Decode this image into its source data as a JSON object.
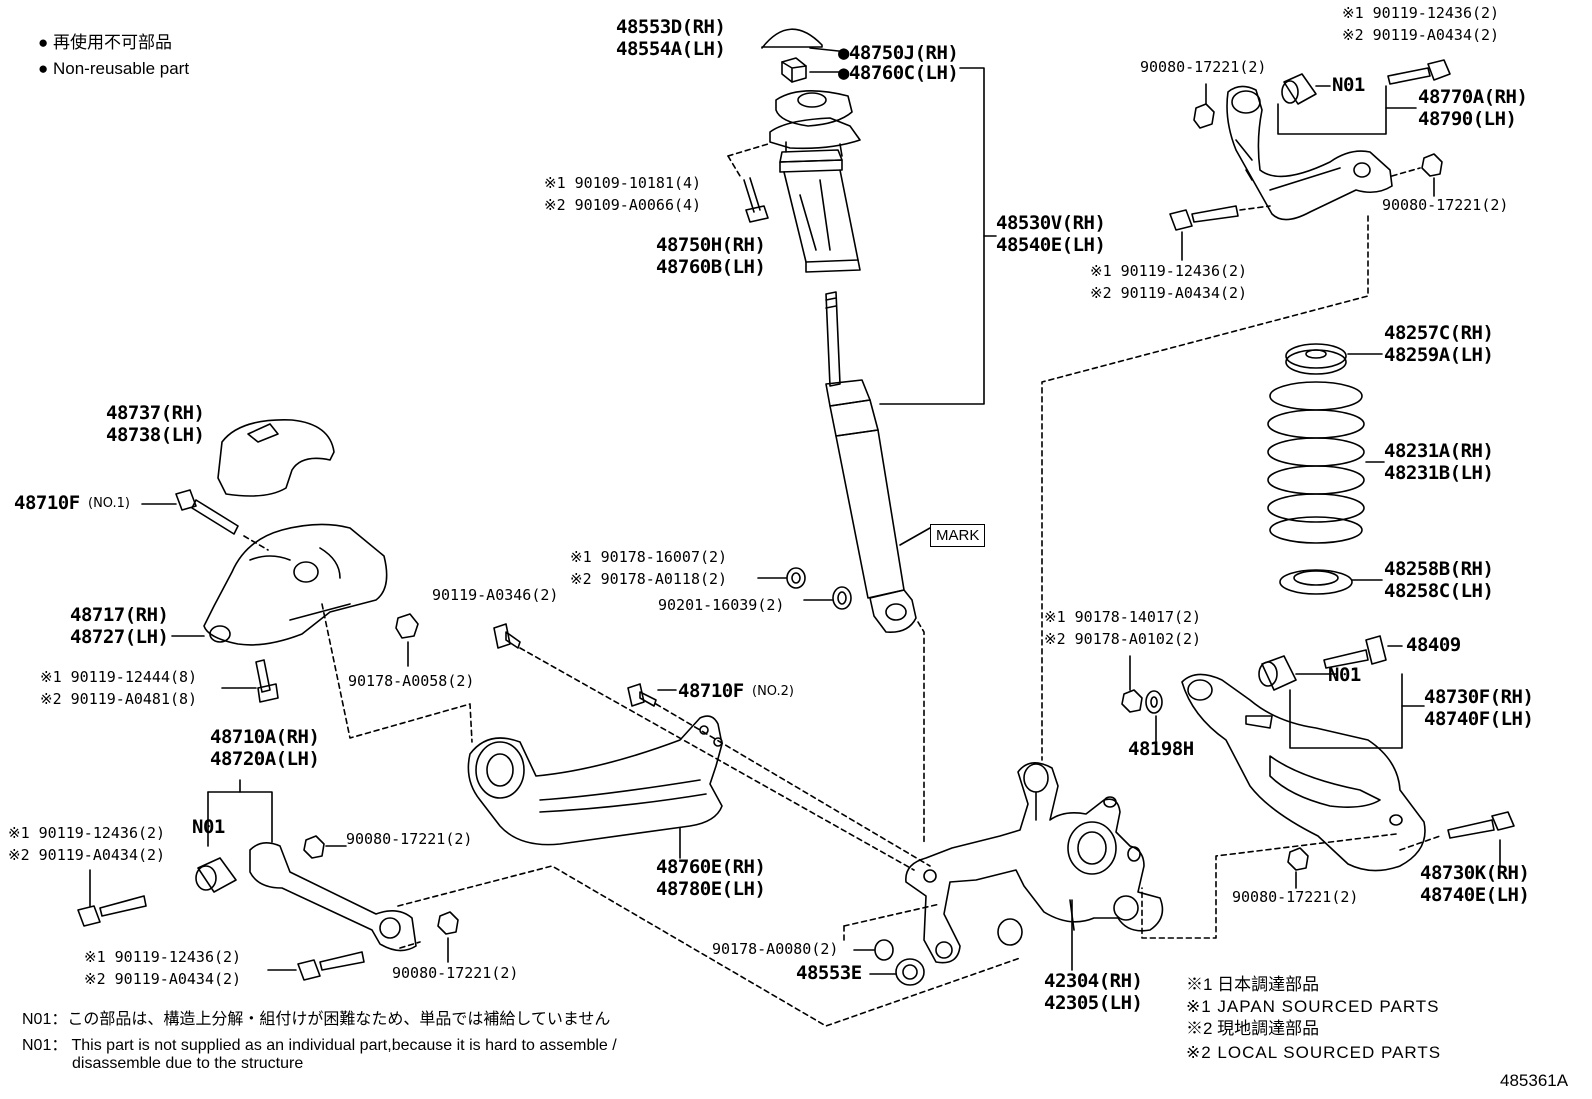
{
  "legend": {
    "dot_ja": "● 再使用不可部品",
    "dot_en": "● Non-reusable part"
  },
  "labels": {
    "p48553D": "48553D(RH)",
    "p48554A": "48554A(LH)",
    "p48750J": "●48750J(RH)",
    "p48760C": "●48760C(LH)",
    "s1_90109": "※1 90109-10181(4)",
    "s2_90109": "※2 90109-A0066(4)",
    "p48750H": "48750H(RH)",
    "p48760B": "48760B(LH)",
    "p48530V": "48530V(RH)",
    "p48540E": "48540E(LH)",
    "s1_top_90119": "※1 90119-12436(2)",
    "s2_top_90119": "※2 90119-A0434(2)",
    "p90080_tl": "90080-17221(2)",
    "n01_top": "N01",
    "p48770A": "48770A(RH)",
    "p48790": "48790(LH)",
    "p90080_tr": "90080-17221(2)",
    "s1_mid_90119": "※1 90119-12436(2)",
    "s2_mid_90119": "※2 90119-A0434(2)",
    "p48257C": "48257C(RH)",
    "p48259A": "48259A(LH)",
    "p48231A": "48231A(RH)",
    "p48231B": "48231B(LH)",
    "p48258B": "48258B(RH)",
    "p48258C": "48258C(LH)",
    "p48737": "48737(RH)",
    "p48738": "48738(LH)",
    "p48710F1": "48710F",
    "p48710F1_sub": "(NO.1)",
    "p48717": "48717(RH)",
    "p48727": "48727(LH)",
    "s1_90119_12444": "※1 90119-12444(8)",
    "s2_90119_A0481": "※2 90119-A0481(8)",
    "p90178_A0058": "90178-A0058(2)",
    "s1_90178_16007": "※1 90178-16007(2)",
    "s2_90178_A0118": "※2 90178-A0118(2)",
    "p90201": "90201-16039(2)",
    "mark": "MARK",
    "p90119_A0346": "90119-A0346(2)",
    "p48710F2": "48710F",
    "p48710F2_sub": "(NO.2)",
    "p48710A": "48710A(RH)",
    "p48720A": "48720A(LH)",
    "n01_left": "N01",
    "s1_left_90119": "※1 90119-12436(2)",
    "s2_left_90119": "※2 90119-A0434(2)",
    "p90080_mid": "90080-17221(2)",
    "p48760E": "48760E(RH)",
    "p48780E": "48780E(LH)",
    "s1_90178_14017": "※1 90178-14017(2)",
    "s2_90178_A0102": "※2 90178-A0102(2)",
    "p48198H": "48198H",
    "p48409": "48409",
    "n01_right": "N01",
    "p48730F": "48730F(RH)",
    "p48740F": "48740F(LH)",
    "p48730K": "48730K(RH)",
    "p48740E": "48740E(LH)",
    "p90080_br": "90080-17221(2)",
    "s1_bot_90119": "※1 90119-12436(2)",
    "s2_bot_90119": "※2 90119-A0434(2)",
    "p90080_bot": "90080-17221(2)",
    "p90178_A0080": "90178-A0080(2)",
    "p48553E": "48553E",
    "p42304": "42304(RH)",
    "p42305": "42305(LH)"
  },
  "footnotes": {
    "n01_ja": "N01：この部品は、構造上分解・組付けが困難なため、単品では補給していません",
    "n01_en_1": "N01： This part is not supplied as an individual part,because it is hard to assemble /",
    "n01_en_2": "disassemble due to the structure"
  },
  "sourcing": {
    "s1_ja": "※1 日本調達部品",
    "s1_en": "※1 JAPAN SOURCED PARTS",
    "s2_ja": "※2 現地調達部品",
    "s2_en": "※2 LOCAL SOURCED PARTS"
  },
  "illustration_id": "485361A"
}
